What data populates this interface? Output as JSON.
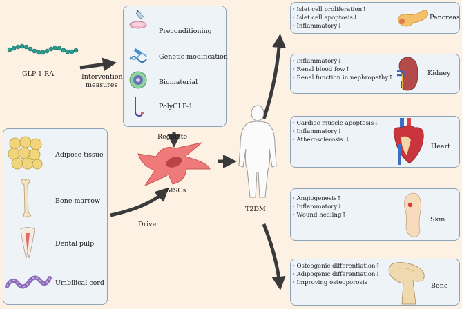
{
  "glp1": {
    "label": "GLP-1 RA"
  },
  "intervention": {
    "line1": "Intervention",
    "line2": "measures"
  },
  "methods": [
    {
      "label": "Preconditioning",
      "icon": "syringe-dish-icon"
    },
    {
      "label": "Genetic modification",
      "icon": "dna-icon"
    },
    {
      "label": "Biomaterial",
      "icon": "biomaterial-sphere-icon"
    },
    {
      "label": "PolyGLP-1",
      "icon": "polymer-chain-icon"
    }
  ],
  "regulate": "Regulate",
  "sources": [
    {
      "label": "Adipose tissue",
      "icon": "adipose-tissue-icon"
    },
    {
      "label": "Bone marrow",
      "icon": "bone-icon"
    },
    {
      "label": "Dental pulp",
      "icon": "tooth-icon"
    },
    {
      "label": "Umbilical cord",
      "icon": "umbilical-cord-icon"
    }
  ],
  "drive": "Drive",
  "mscs": "MSCs",
  "t2dm": "T2DM",
  "organs": [
    {
      "name": "Pancreas",
      "icon": "pancreas-icon",
      "effects": [
        "Islet cell proliferation↑",
        "Islet cell apoptosis↓",
        "Inflammatory↓"
      ]
    },
    {
      "name": "Kidney",
      "icon": "kidney-icon",
      "effects": [
        "Inflammatory↓",
        "Renal blood fow↑",
        "Renal function in nephropathy↑"
      ]
    },
    {
      "name": "Heart",
      "icon": "heart-icon",
      "effects": [
        "Cardiac muscle apoptosis↓",
        "Inflammatory↓",
        "Atherosclerosis ↓"
      ]
    },
    {
      "name": "Skin",
      "icon": "foot-skin-icon",
      "effects": [
        "Angiogenesis↑",
        "Inflammatory↓",
        "Wound healing↑"
      ]
    },
    {
      "name": "Bone",
      "icon": "femur-icon",
      "effects": [
        "Osteogenic differentiation↑",
        "Adipogenic differentiation↓",
        "Improving osteoporosis"
      ]
    }
  ],
  "colors": {
    "background": "#fcf1e3",
    "box": "#eef3f8",
    "border": "#8fa3b8",
    "arrow": "#3a3a3a",
    "msc": "#e8706f"
  }
}
